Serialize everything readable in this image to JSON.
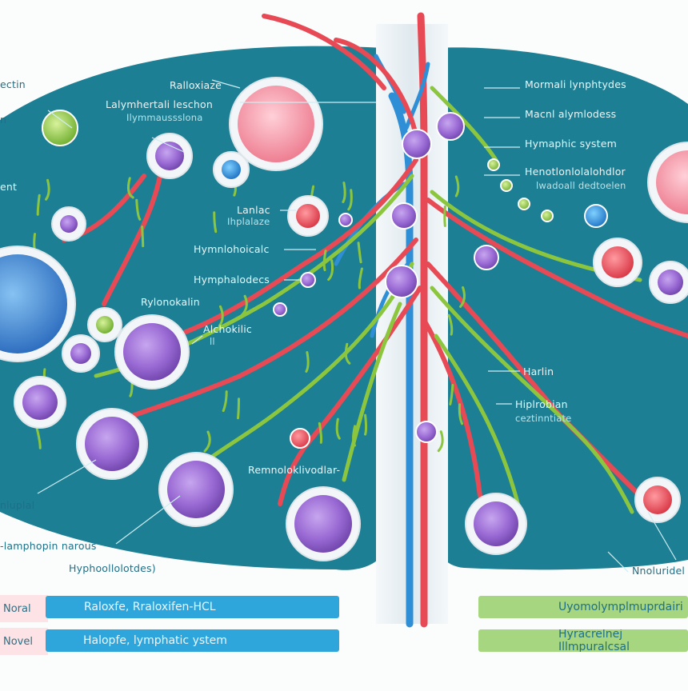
{
  "diagram": {
    "title": "",
    "colors": {
      "background": "#fbfdfd",
      "panel": "#1d7f94",
      "artery": "#e84a55",
      "vein": "#2f8fd6",
      "lymph_vessel": "#8cc63f",
      "lymphocyte": "#9b6cd0",
      "tissue_pink": "#f4909f",
      "legend_blue": "#2ea6dc",
      "legend_green": "#a6d67f",
      "legend_tag_pink": "#fde3e6"
    },
    "left_labels": [
      {
        "id": "top-left-1",
        "text": "ectin"
      },
      {
        "id": "top-left-2",
        "text": "n"
      },
      {
        "id": "top-left-3",
        "text": "ent"
      },
      {
        "id": "raloxifene",
        "text": "Ralloxiaze"
      },
      {
        "id": "lymphatic-lesion",
        "text": "Lalymhertali leschon",
        "sub": "Ilymmaussslona"
      },
      {
        "id": "lambdac",
        "text": "Lanlac",
        "sub": "Ihplalaze"
      },
      {
        "id": "hymnoholc",
        "text": "Hymnlohoicalc"
      },
      {
        "id": "hympholodes",
        "text": "Hymphalodecs"
      },
      {
        "id": "rylonok",
        "text": "Rylonokalin"
      },
      {
        "id": "alchohic",
        "text": "Alchokilic",
        "sub": "ll"
      },
      {
        "id": "nuclupal",
        "text": "nluplal"
      },
      {
        "id": "lymphopin",
        "text": "-lamphopin narous"
      },
      {
        "id": "hypholodes",
        "text": "Hyphoollolotdes)"
      },
      {
        "id": "remolo",
        "text": "Remnoloklivodlar-"
      }
    ],
    "right_labels": [
      {
        "id": "normal-lymphocytes",
        "text": "Mormali lynphtydes"
      },
      {
        "id": "mesalymlodes",
        "text": "Macnl alymlodess"
      },
      {
        "id": "lymphatic-system",
        "text": "Hymaphic system"
      },
      {
        "id": "honolonial",
        "text": "Henotlonlolalohdlor",
        "sub": "lwadoall dedtoelen"
      },
      {
        "id": "harlin",
        "text": "Harlin"
      },
      {
        "id": "hiplroban",
        "text": "Hiplrobian",
        "sub": "ceztinntiate"
      },
      {
        "id": "nucleoloid",
        "text": "Nnoluridel"
      }
    ],
    "legend": {
      "left": [
        {
          "tag": "Noral",
          "text": "Raloxfe, Rraloxifen-HCL"
        },
        {
          "tag": "Novel",
          "text": "Halopfe, lymphatic ystem"
        }
      ],
      "right": [
        {
          "text": "Uyomolymplmuprdairi"
        },
        {
          "text": "Hyracrelnej Illmpuralcsal"
        }
      ]
    }
  }
}
